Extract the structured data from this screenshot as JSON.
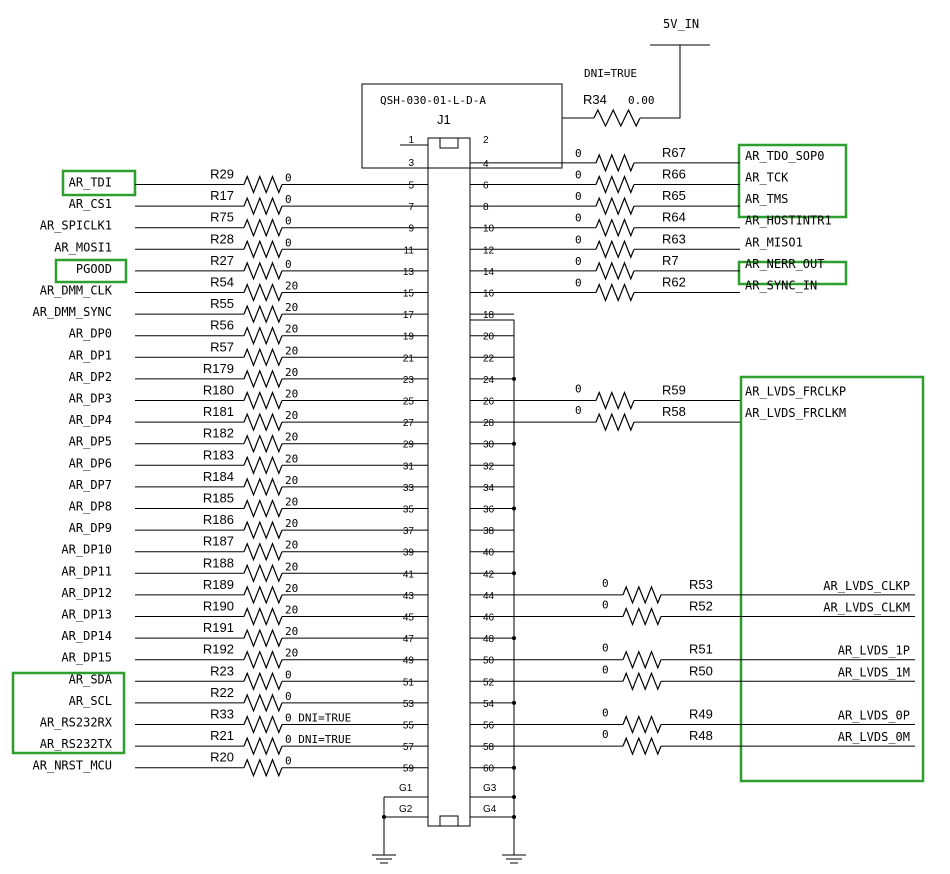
{
  "connector": {
    "part_number": "QSH-030-01-L-D-A",
    "ref": "J1"
  },
  "power": {
    "net": "5V_IN",
    "dni_label": "DNI=TRUE",
    "resistor_ref": "R34",
    "resistor_value": "0.00"
  },
  "left_nets": [
    {
      "net": "AR_TDI",
      "ref": "R29",
      "val": "0",
      "pin": "5"
    },
    {
      "net": "AR_CS1",
      "ref": "R17",
      "val": "0",
      "pin": "7"
    },
    {
      "net": "AR_SPICLK1",
      "ref": "R75",
      "val": "0",
      "pin": "9"
    },
    {
      "net": "AR_MOSI1",
      "ref": "R28",
      "val": "0",
      "pin": "11"
    },
    {
      "net": "PGOOD",
      "ref": "R27",
      "val": "0",
      "pin": "13"
    },
    {
      "net": "AR_DMM_CLK",
      "ref": "R54",
      "val": "20",
      "pin": "15"
    },
    {
      "net": "AR_DMM_SYNC",
      "ref": "R55",
      "val": "20",
      "pin": "17"
    },
    {
      "net": "AR_DP0",
      "ref": "R56",
      "val": "20",
      "pin": "19"
    },
    {
      "net": "AR_DP1",
      "ref": "R57",
      "val": "20",
      "pin": "21"
    },
    {
      "net": "AR_DP2",
      "ref": "R179",
      "val": "20",
      "pin": "23"
    },
    {
      "net": "AR_DP3",
      "ref": "R180",
      "val": "20",
      "pin": "25"
    },
    {
      "net": "AR_DP4",
      "ref": "R181",
      "val": "20",
      "pin": "27"
    },
    {
      "net": "AR_DP5",
      "ref": "R182",
      "val": "20",
      "pin": "29"
    },
    {
      "net": "AR_DP6",
      "ref": "R183",
      "val": "20",
      "pin": "31"
    },
    {
      "net": "AR_DP7",
      "ref": "R184",
      "val": "20",
      "pin": "33"
    },
    {
      "net": "AR_DP8",
      "ref": "R185",
      "val": "20",
      "pin": "35"
    },
    {
      "net": "AR_DP9",
      "ref": "R186",
      "val": "20",
      "pin": "37"
    },
    {
      "net": "AR_DP10",
      "ref": "R187",
      "val": "20",
      "pin": "39"
    },
    {
      "net": "AR_DP11",
      "ref": "R188",
      "val": "20",
      "pin": "41"
    },
    {
      "net": "AR_DP12",
      "ref": "R189",
      "val": "20",
      "pin": "43"
    },
    {
      "net": "AR_DP13",
      "ref": "R190",
      "val": "20",
      "pin": "45"
    },
    {
      "net": "AR_DP14",
      "ref": "R191",
      "val": "20",
      "pin": "47"
    },
    {
      "net": "AR_DP15",
      "ref": "R192",
      "val": "20",
      "pin": "49"
    },
    {
      "net": "AR_SDA",
      "ref": "R23",
      "val": "0",
      "pin": "51"
    },
    {
      "net": "AR_SCL",
      "ref": "R22",
      "val": "0",
      "pin": "53"
    },
    {
      "net": "AR_RS232RX",
      "ref": "R33",
      "val": "0 DNI=TRUE",
      "pin": "55"
    },
    {
      "net": "AR_RS232TX",
      "ref": "R21",
      "val": "0 DNI=TRUE",
      "pin": "57"
    },
    {
      "net": "AR_NRST_MCU",
      "ref": "R20",
      "val": "0",
      "pin": "59"
    }
  ],
  "right_top_nets": [
    {
      "net": "AR_TDO_SOP0",
      "ref": "R67",
      "val": "0",
      "pin": "4"
    },
    {
      "net": "AR_TCK",
      "ref": "R66",
      "val": "0",
      "pin": "6"
    },
    {
      "net": "AR_TMS",
      "ref": "R65",
      "val": "0",
      "pin": "8"
    },
    {
      "net": "AR_HOSTINTR1",
      "ref": "R64",
      "val": "0",
      "pin": "10"
    },
    {
      "net": "AR_MISO1",
      "ref": "R63",
      "val": "0",
      "pin": "12"
    },
    {
      "net": "AR_NERR_OUT",
      "ref": "R7",
      "val": "0",
      "pin": "14"
    },
    {
      "net": "AR_SYNC_IN",
      "ref": "R62",
      "val": "0",
      "pin": "16"
    }
  ],
  "right_lvds_nets": [
    {
      "net": "AR_LVDS_FRCLKP",
      "ref": "R59",
      "val": "0",
      "pin": "26"
    },
    {
      "net": "AR_LVDS_FRCLKM",
      "ref": "R58",
      "val": "0",
      "pin": "28"
    },
    {
      "net": "AR_LVDS_CLKP",
      "ref": "R53",
      "val": "0",
      "pin": "44"
    },
    {
      "net": "AR_LVDS_CLKM",
      "ref": "R52",
      "val": "0",
      "pin": "46"
    },
    {
      "net": "AR_LVDS_1P",
      "ref": "R51",
      "val": "0",
      "pin": "50"
    },
    {
      "net": "AR_LVDS_1M",
      "ref": "R50",
      "val": "0",
      "pin": "52"
    },
    {
      "net": "AR_LVDS_0P",
      "ref": "R49",
      "val": "0",
      "pin": "56"
    },
    {
      "net": "AR_LVDS_0M",
      "ref": "R48",
      "val": "0",
      "pin": "58"
    }
  ],
  "pins_misc": {
    "left_top": [
      "1",
      "3"
    ],
    "right_top": [
      "2"
    ]
  },
  "right_ground_pins": [
    "18",
    "20",
    "22",
    "24",
    "30",
    "32",
    "34",
    "36",
    "38",
    "40",
    "42",
    "48",
    "54",
    "60"
  ],
  "ground_pins": [
    "G1",
    "G2",
    "G3",
    "G4"
  ],
  "highlight_color": "#2e9e2e"
}
